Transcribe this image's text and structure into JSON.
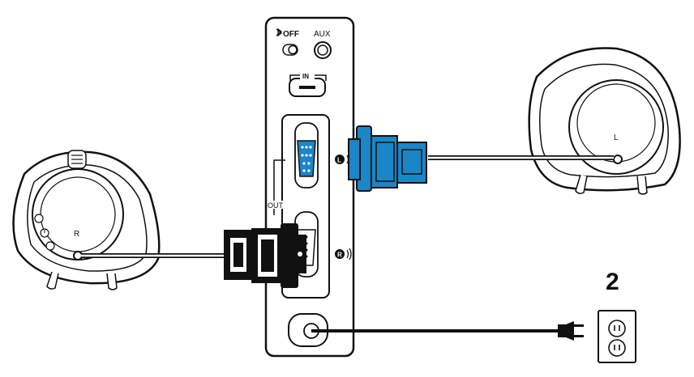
{
  "panel": {
    "bluetooth_off_label": "OFF",
    "aux_label": "AUX",
    "in_label": "IN",
    "out_label": "OUT"
  },
  "speakers": {
    "left_label": "L",
    "right_label": "R"
  },
  "step_number": "2",
  "colors": {
    "connector_left": "#1a86c8",
    "connector_right": "#111111",
    "outline": "#111111"
  },
  "icons": [
    "bluetooth-icon",
    "speaker-l-icon",
    "speaker-r-icon",
    "power-outlet-icon",
    "power-plug-icon",
    "power-button-icon",
    "volume-icon",
    "headphone-icon"
  ]
}
